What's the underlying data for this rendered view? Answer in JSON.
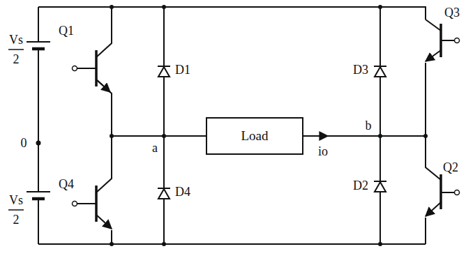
{
  "diagram": {
    "nodes": [
      {
        "text": [
          "Load"
        ]
      }
    ],
    "labels": [
      "Q1",
      "D1",
      "D3",
      "Q3",
      "Vs",
      "2",
      "0",
      "a",
      "b",
      "io",
      "Vs",
      "2",
      "D4",
      "D2",
      "Q4",
      "Q2"
    ]
  }
}
